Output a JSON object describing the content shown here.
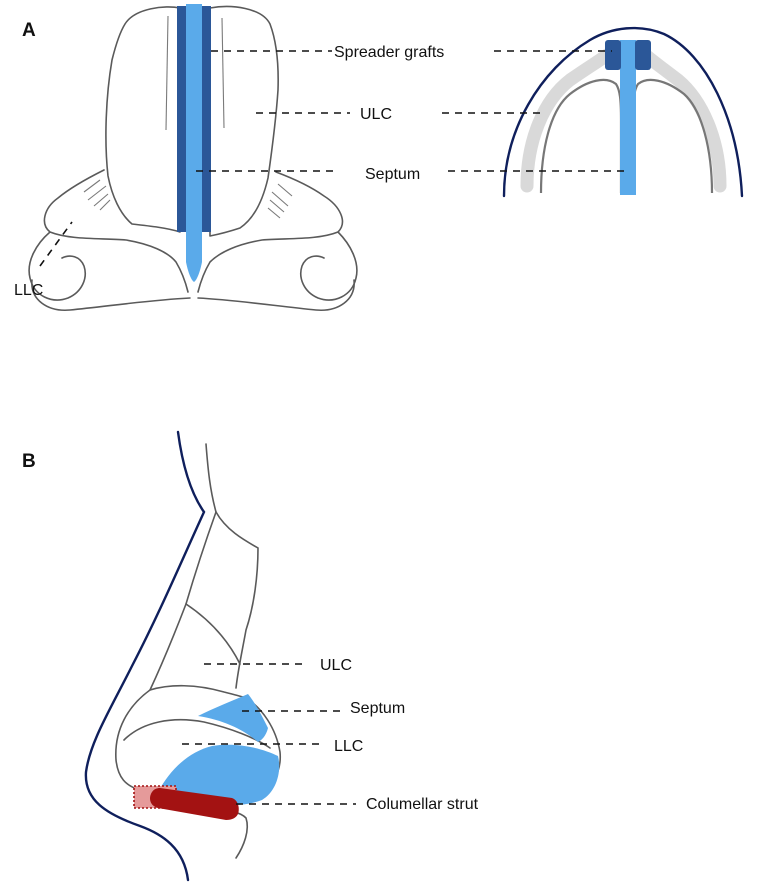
{
  "panels": {
    "a": {
      "letter": "A",
      "labels": {
        "spreader_grafts": "Spreader grafts",
        "ulc": "ULC",
        "septum": "Septum",
        "llc": "LLC"
      }
    },
    "b": {
      "letter": "B",
      "labels": {
        "ulc": "ULC",
        "septum": "Septum",
        "llc": "LLC",
        "columellar_strut": "Columellar strut"
      }
    }
  },
  "colors": {
    "septum": "#5aaaea",
    "spreader_graft": "#2b5798",
    "lateral_cartilage": "#d9d9d9",
    "skin_outline": "#0f1f5c",
    "columellar_strut": "#a31212",
    "columellar_strut_pale": "#e59a9a"
  }
}
